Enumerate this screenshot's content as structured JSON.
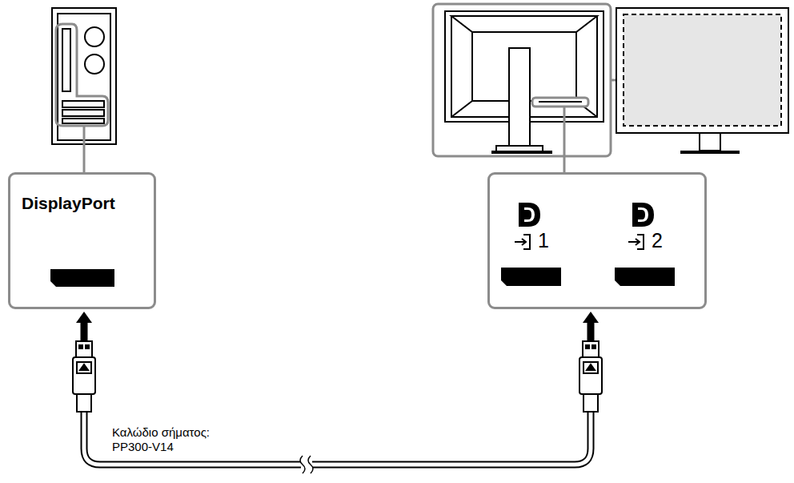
{
  "diagram": {
    "nodes": [
      {
        "text": [
          "DisplayPort"
        ]
      },
      {
        "text": [
          "1",
          "2"
        ]
      }
    ],
    "edges": [
      {
        "from": 0,
        "to": 1,
        "arrow": "both",
        "label": "Καλώδιο σήματος: PP300-V14"
      }
    ]
  }
}
